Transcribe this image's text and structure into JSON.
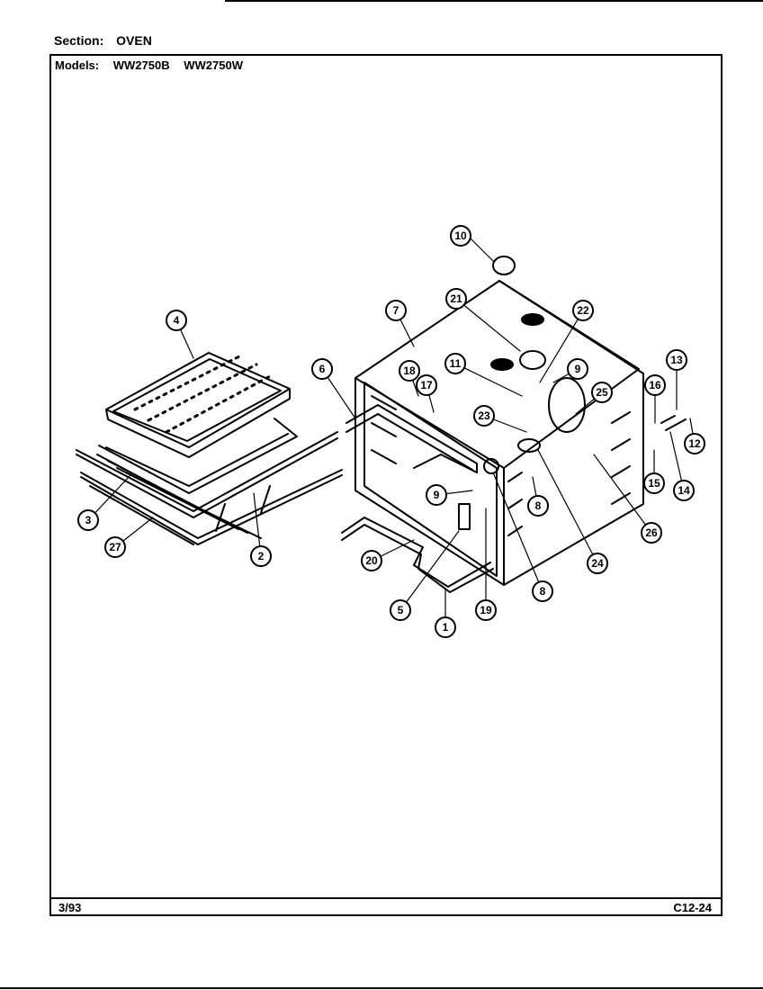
{
  "header": {
    "section_label": "Section:",
    "section_value": "OVEN",
    "models_label": "Models:",
    "models": [
      "WW2750B",
      "WW2750W"
    ]
  },
  "footer": {
    "date": "3/93",
    "page_code": "C12-24"
  },
  "callouts": [
    "10",
    "21",
    "22",
    "7",
    "4",
    "6",
    "18",
    "17",
    "11",
    "9",
    "25",
    "13",
    "16",
    "12",
    "23",
    "15",
    "14",
    "3",
    "27",
    "2",
    "9",
    "20",
    "8",
    "26",
    "5",
    "1",
    "19",
    "24",
    "8"
  ]
}
